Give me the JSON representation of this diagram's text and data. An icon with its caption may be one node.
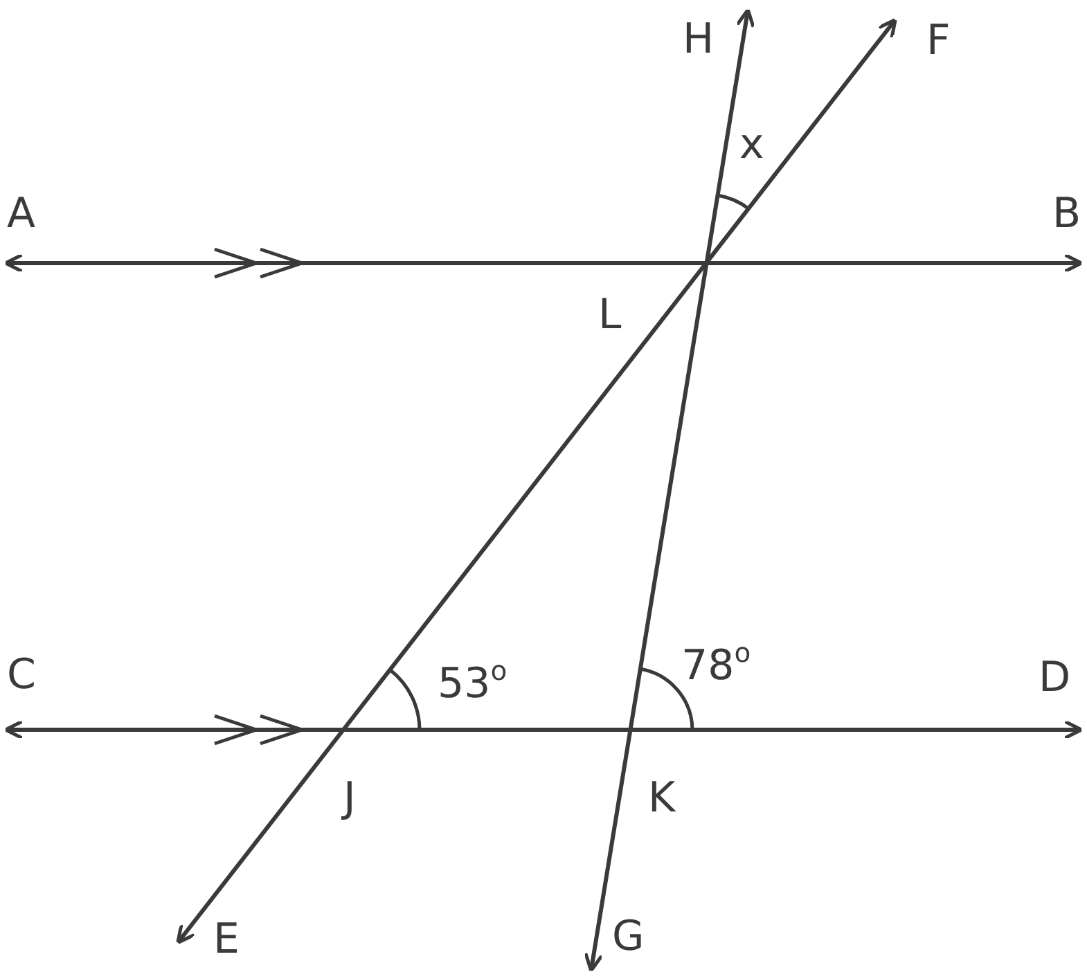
{
  "diagram": {
    "nodes": [
      {
        "text": [
          "A"
        ]
      },
      {
        "text": [
          "B"
        ]
      },
      {
        "text": [
          "H"
        ]
      },
      {
        "text": [
          "F"
        ]
      },
      {
        "text": [
          "C"
        ]
      },
      {
        "text": [
          "D"
        ]
      },
      {
        "text": [
          "E"
        ]
      },
      {
        "text": [
          "G"
        ]
      }
    ],
    "edges": [
      {
        "from": 0,
        "to": 1,
        "arrow": "both"
      },
      {
        "from": 4,
        "to": 5,
        "arrow": "both"
      },
      {
        "from": 6,
        "to": 3,
        "arrow": "both"
      },
      {
        "from": 7,
        "to": 2,
        "arrow": "both"
      }
    ],
    "labels": [
      "x",
      "L",
      "53$^{o}$",
      "78$^{o}$",
      "J",
      "K"
    ]
  }
}
